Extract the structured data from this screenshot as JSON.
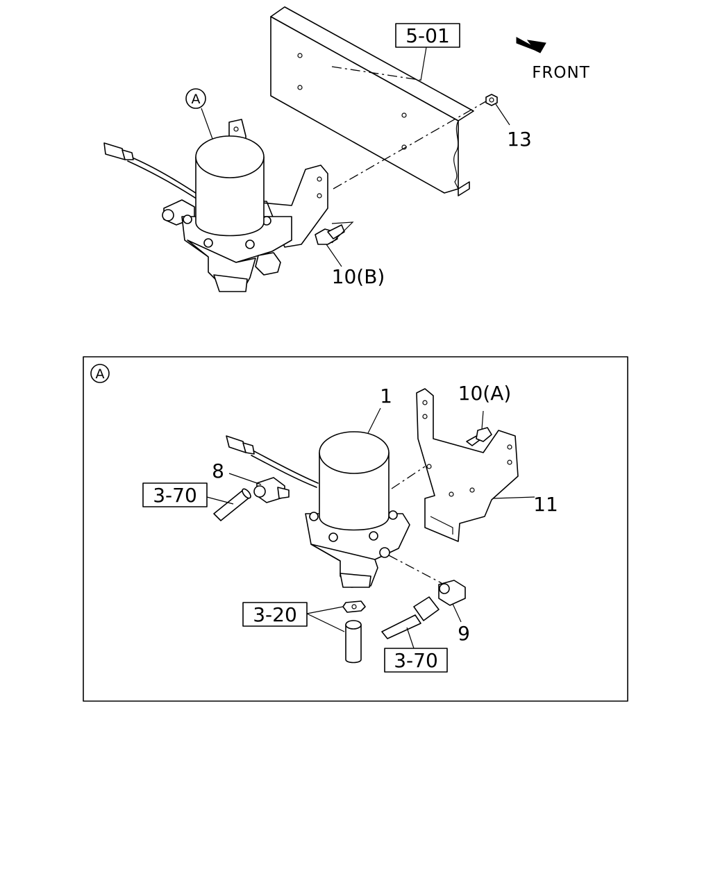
{
  "labels": {
    "ref_frame": "5-01",
    "front": "FRONT",
    "part_13": "13",
    "part_10b": "10(B)",
    "detail_callout": "A",
    "detail_title": "A",
    "part_1": "1",
    "part_10a": "10(A)",
    "part_8": "8",
    "part_11": "11",
    "part_9": "9",
    "ref_370_left": "3-70",
    "ref_320": "3-20",
    "ref_370_bottom": "3-70"
  }
}
